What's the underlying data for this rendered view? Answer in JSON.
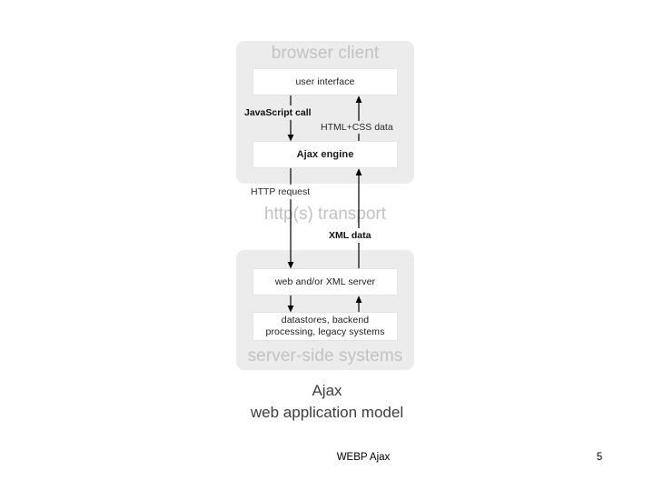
{
  "slide": {
    "background": "#ffffff",
    "footer": {
      "title": "WEBP Ajax",
      "page_number": "5"
    },
    "caption": {
      "line1": "Ajax",
      "line2": "web application model"
    }
  },
  "colors": {
    "panel_fill": "#ececec",
    "panel_heading_text": "#c2c2c2",
    "box_fill": "#ffffff",
    "box_text": "#1b1b1b",
    "arrow": "#000000",
    "caption_text": "#3c3c3c"
  },
  "diagram": {
    "title": "Ajax web application model",
    "panels": [
      {
        "id": "browser-client",
        "heading": "browser client",
        "boxes": [
          {
            "id": "user-interface",
            "label": "user interface",
            "bold": false
          },
          {
            "id": "ajax-engine",
            "label": "Ajax engine",
            "bold": true
          }
        ]
      },
      {
        "id": "server-side-systems",
        "heading": "server-side systems",
        "boxes": [
          {
            "id": "web-xml-server",
            "label": "web and/or XML server",
            "bold": false
          },
          {
            "id": "datastores-backend",
            "label_line1": "datastores, backend",
            "label_line2": "processing, legacy systems",
            "bold": false
          }
        ]
      }
    ],
    "transport": {
      "heading": "http(s) transport"
    },
    "flows": [
      {
        "id": "javascript-call",
        "label": "JavaScript call",
        "weight": "bold",
        "direction": "down"
      },
      {
        "id": "html-css-data",
        "label": "HTML+CSS data",
        "weight": "regular",
        "direction": "up"
      },
      {
        "id": "http-request",
        "label": "HTTP request",
        "weight": "regular",
        "direction": "down"
      },
      {
        "id": "xml-data",
        "label": "XML data",
        "weight": "bold",
        "direction": "up"
      }
    ]
  }
}
